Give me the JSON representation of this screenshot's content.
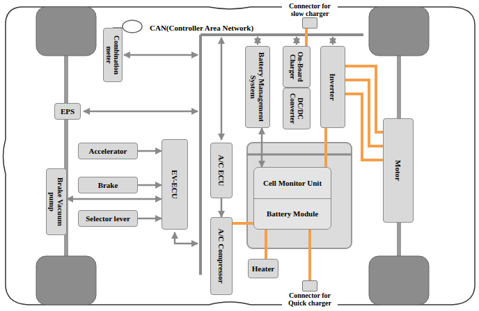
{
  "diagram": {
    "nodes": [
      {
        "text": [
          "Combination meter"
        ]
      },
      {
        "text": [
          "EPS"
        ]
      },
      {
        "text": [
          "Brake Vacuum pump"
        ]
      },
      {
        "text": [
          "Accelerator"
        ]
      },
      {
        "text": [
          "Brake"
        ]
      },
      {
        "text": [
          "Selector lever"
        ]
      },
      {
        "text": [
          "EV-ECU"
        ]
      },
      {
        "text": [
          "A/C ECU"
        ]
      },
      {
        "text": [
          "A/C Compressor"
        ]
      },
      {
        "text": [
          "Battery Management System"
        ]
      },
      {
        "text": [
          "On-Board Charger"
        ]
      },
      {
        "text": [
          "DC/DC Converter"
        ]
      },
      {
        "text": [
          "Inverter"
        ]
      },
      {
        "text": [
          "Motor"
        ]
      },
      {
        "text": [
          "Cell Monitor Unit",
          "Battery Module"
        ]
      },
      {
        "text": [
          "Heater"
        ]
      },
      {
        "text": [
          "Connector for slow charger"
        ]
      },
      {
        "text": [
          "Connector for Quick charger"
        ]
      }
    ],
    "edges": [
      {
        "from": 3,
        "to": 6,
        "arrow": "to"
      },
      {
        "from": 4,
        "to": 6,
        "arrow": "to"
      },
      {
        "from": 5,
        "to": 6,
        "arrow": "to"
      },
      {
        "from": 2,
        "to": 6,
        "arrow": "both"
      },
      {
        "from": 7,
        "to": 8,
        "arrow": "to"
      },
      {
        "from": 9,
        "to": 14,
        "arrow": "both"
      },
      {
        "from": 16,
        "to": 10,
        "arrow": "none"
      },
      {
        "from": 12,
        "to": 14,
        "arrow": "none"
      },
      {
        "from": 12,
        "to": 13,
        "arrow": "none"
      },
      {
        "from": 12,
        "to": 13,
        "arrow": "none"
      },
      {
        "from": 12,
        "to": 13,
        "arrow": "none"
      },
      {
        "from": 14,
        "to": 8,
        "arrow": "none"
      },
      {
        "from": 14,
        "to": 15,
        "arrow": "none"
      },
      {
        "from": 14,
        "to": 17,
        "arrow": "none"
      }
    ],
    "labels": [
      "CAN(Controller Area Network)"
    ]
  }
}
